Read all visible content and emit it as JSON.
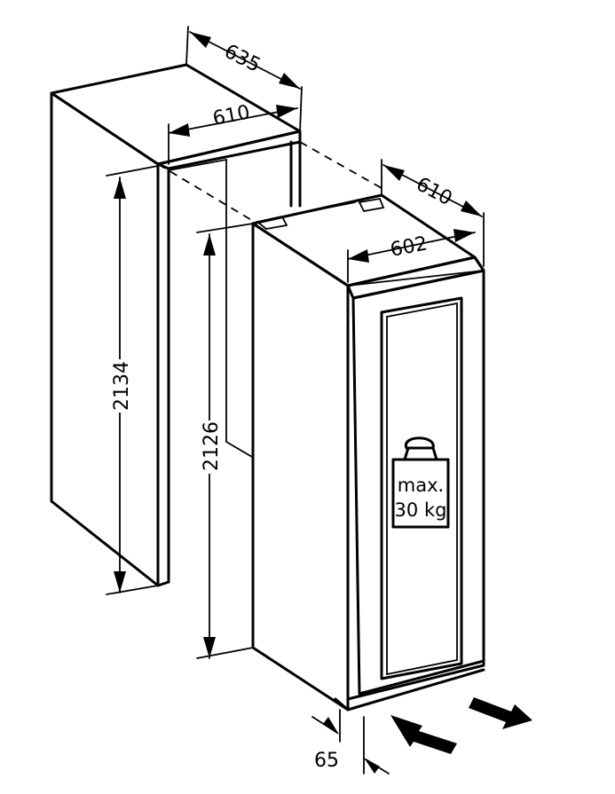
{
  "dimensions": {
    "niche_depth": "635",
    "niche_width": "610",
    "niche_height": "2134",
    "appliance_depth": "610",
    "appliance_width": "602",
    "appliance_height": "2126",
    "plinth_offset": "65"
  },
  "weight_label": {
    "line1": "max.",
    "line2": "30 kg"
  }
}
